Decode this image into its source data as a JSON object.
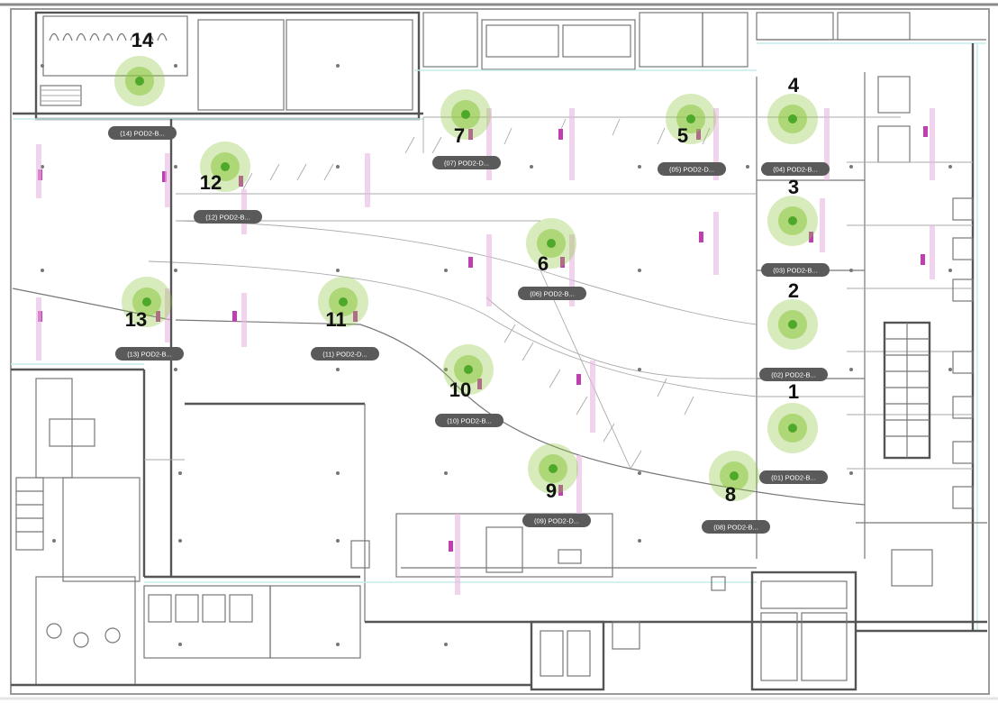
{
  "floor_plan": {
    "access_points": [
      {
        "number": "14",
        "tag": "(14) POD2-B..."
      },
      {
        "number": "7",
        "tag": "(07) POD2-D..."
      },
      {
        "number": "5",
        "tag": "(05) POD2-D..."
      },
      {
        "number": "4",
        "tag": "(04) POD2-B..."
      },
      {
        "number": "12",
        "tag": "(12) POD2-B..."
      },
      {
        "number": "3",
        "tag": "(03) POD2-B..."
      },
      {
        "number": "6",
        "tag": "(06) POD2-B..."
      },
      {
        "number": "2",
        "tag": "(02) POD2-B..."
      },
      {
        "number": "13",
        "tag": "(13) POD2-B..."
      },
      {
        "number": "11",
        "tag": "(11) POD2-D..."
      },
      {
        "number": "10",
        "tag": "(10) POD2-B..."
      },
      {
        "number": "1",
        "tag": "(01) POD2-B..."
      },
      {
        "number": "9",
        "tag": "(09) POD2-D..."
      },
      {
        "number": "8",
        "tag": "(08) POD2-B..."
      }
    ],
    "colors": {
      "coverage": "#8dc63f",
      "ap_dot": "#4ea82a",
      "tag_bg": "#5a5a5a",
      "wall": "#777777",
      "accent_magenta": "#c03fb0",
      "glass_line": "#c7ecec"
    }
  }
}
